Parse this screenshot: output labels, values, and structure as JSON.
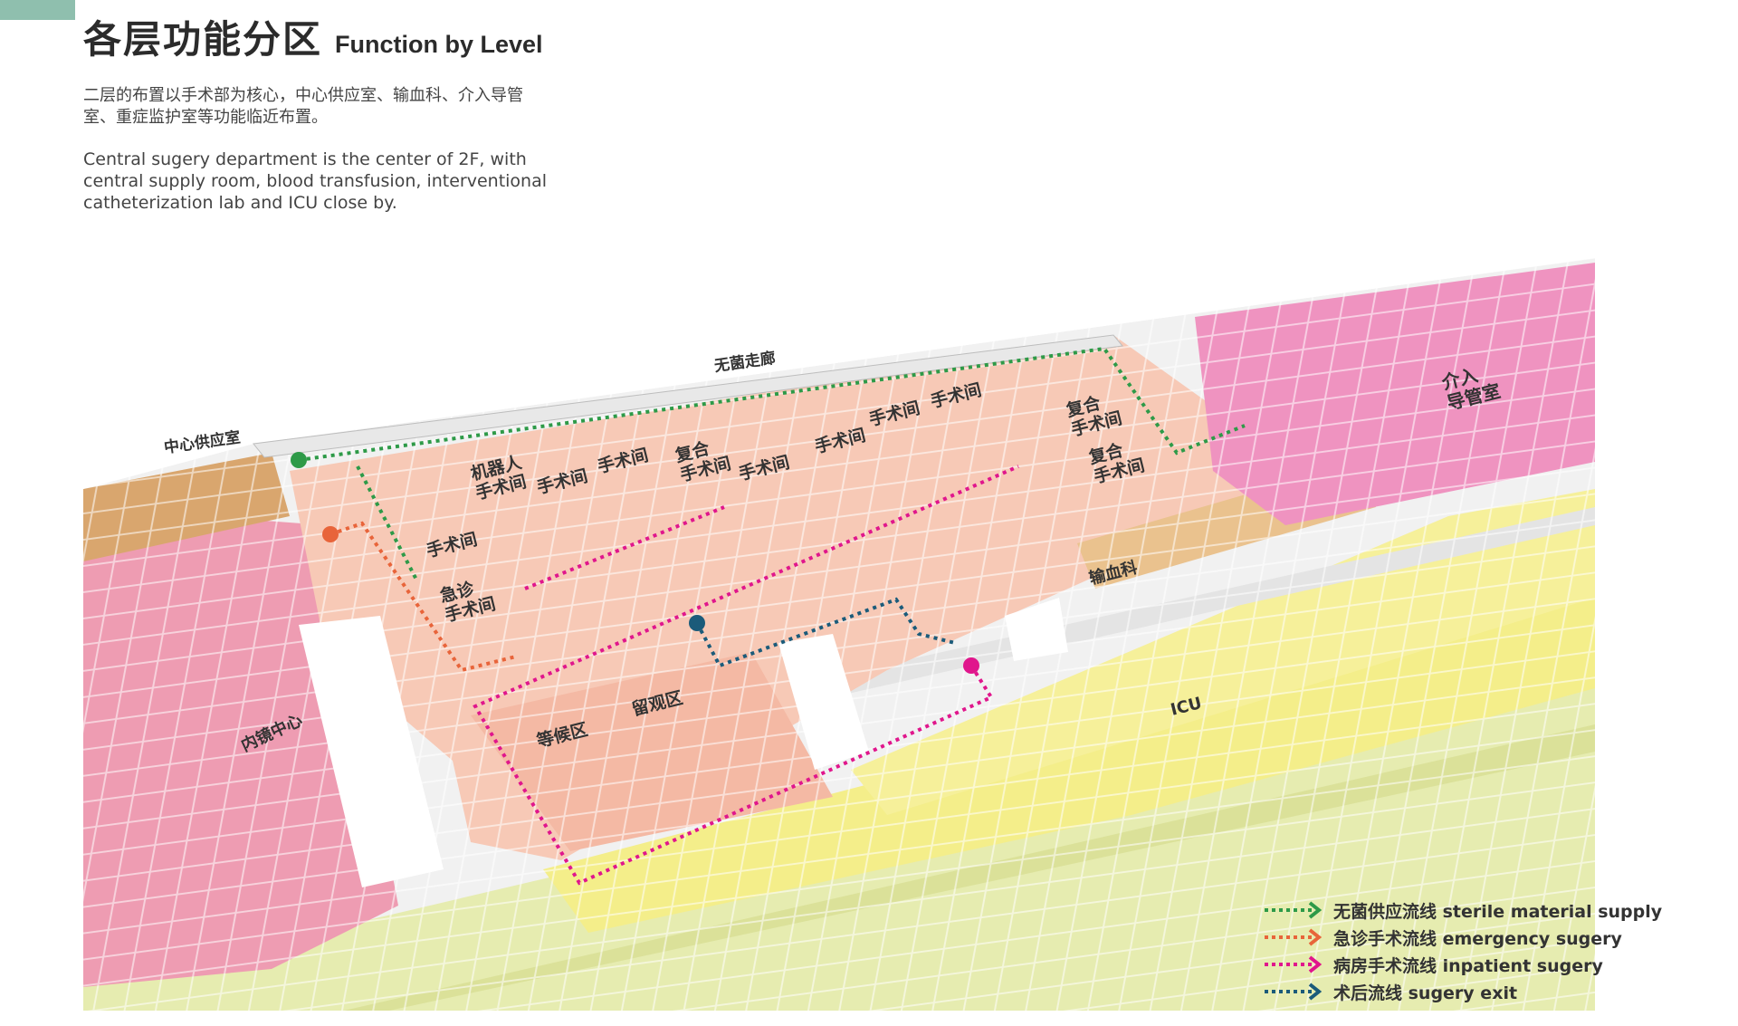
{
  "header": {
    "title_cn": "各层功能分区",
    "title_en": "Function by Level",
    "desc_cn": "二层的布置以手术部为核心，中心供应室、输血科、介入导管室、重症监护室等功能临近布置。",
    "desc_en": "Central sugery department is the center of 2F, with central supply room, blood transfusion, interventional catheterization lab and ICU close by."
  },
  "labels": {
    "corridor": "无菌走廊",
    "central_supply": "中心供应室",
    "robot_or": "机器人\n手术间",
    "or_1": "手术间",
    "or_2": "手术间",
    "hybrid_or_1": "复合\n手术间",
    "or_3": "手术间",
    "or_4": "手术间",
    "or_5": "手术间",
    "or_6": "手术间",
    "hybrid_or_2": "复合\n手术间",
    "hybrid_or_3": "复合\n手术间",
    "or_left": "手术间",
    "emergency_or": "急诊\n手术间",
    "waiting": "等候区",
    "observation": "留观区",
    "endoscopy": "内镜中心",
    "blood_transfusion": "输血科",
    "icu": "ICU",
    "interventional": "介入\n导管室"
  },
  "legend": [
    {
      "label": "无菌供应流线 sterile material supply",
      "color": "#2e9a48"
    },
    {
      "label": "急诊手术流线 emergency sugery",
      "color": "#e8643a"
    },
    {
      "label": "病房手术流线 inpatient sugery",
      "color": "#e0168c"
    },
    {
      "label": "术后流线 sugery exit",
      "color": "#1b5b7a"
    }
  ],
  "zone_colors": {
    "surgery": "#f7c9b6",
    "central_supply": "#d9a66e",
    "endoscopy": "#ee9cb2",
    "interventional": "#ef93c0",
    "blood": "#eac28e",
    "icu": "#f4ee8a",
    "ward": "#e6ecb0",
    "corridor": "#ececec"
  }
}
